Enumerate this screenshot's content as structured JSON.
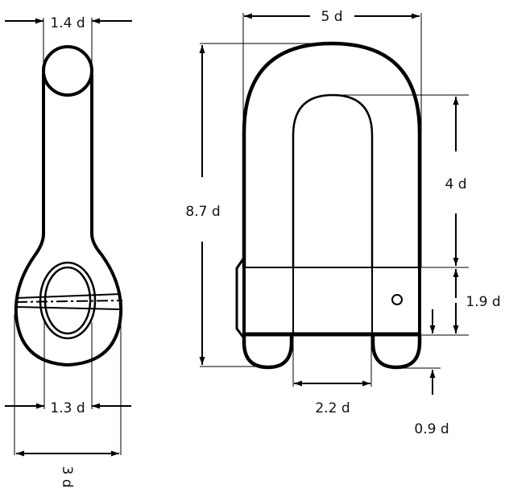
{
  "diagram": {
    "title": "Shackle dimension diagram",
    "stroke_color": "#000000",
    "background": "#ffffff",
    "side_view": {
      "labels": {
        "top_width": "1.4 d",
        "hole_width": "1.3 d",
        "body_width": "3 d"
      }
    },
    "front_view": {
      "labels": {
        "overall_width": "5 d",
        "overall_height": "8.7 d",
        "inner_height": "4 d",
        "pin_block_height": "1.9 d",
        "gap_width": "2.2 d",
        "pin_diameter": "0.9 d"
      }
    }
  }
}
